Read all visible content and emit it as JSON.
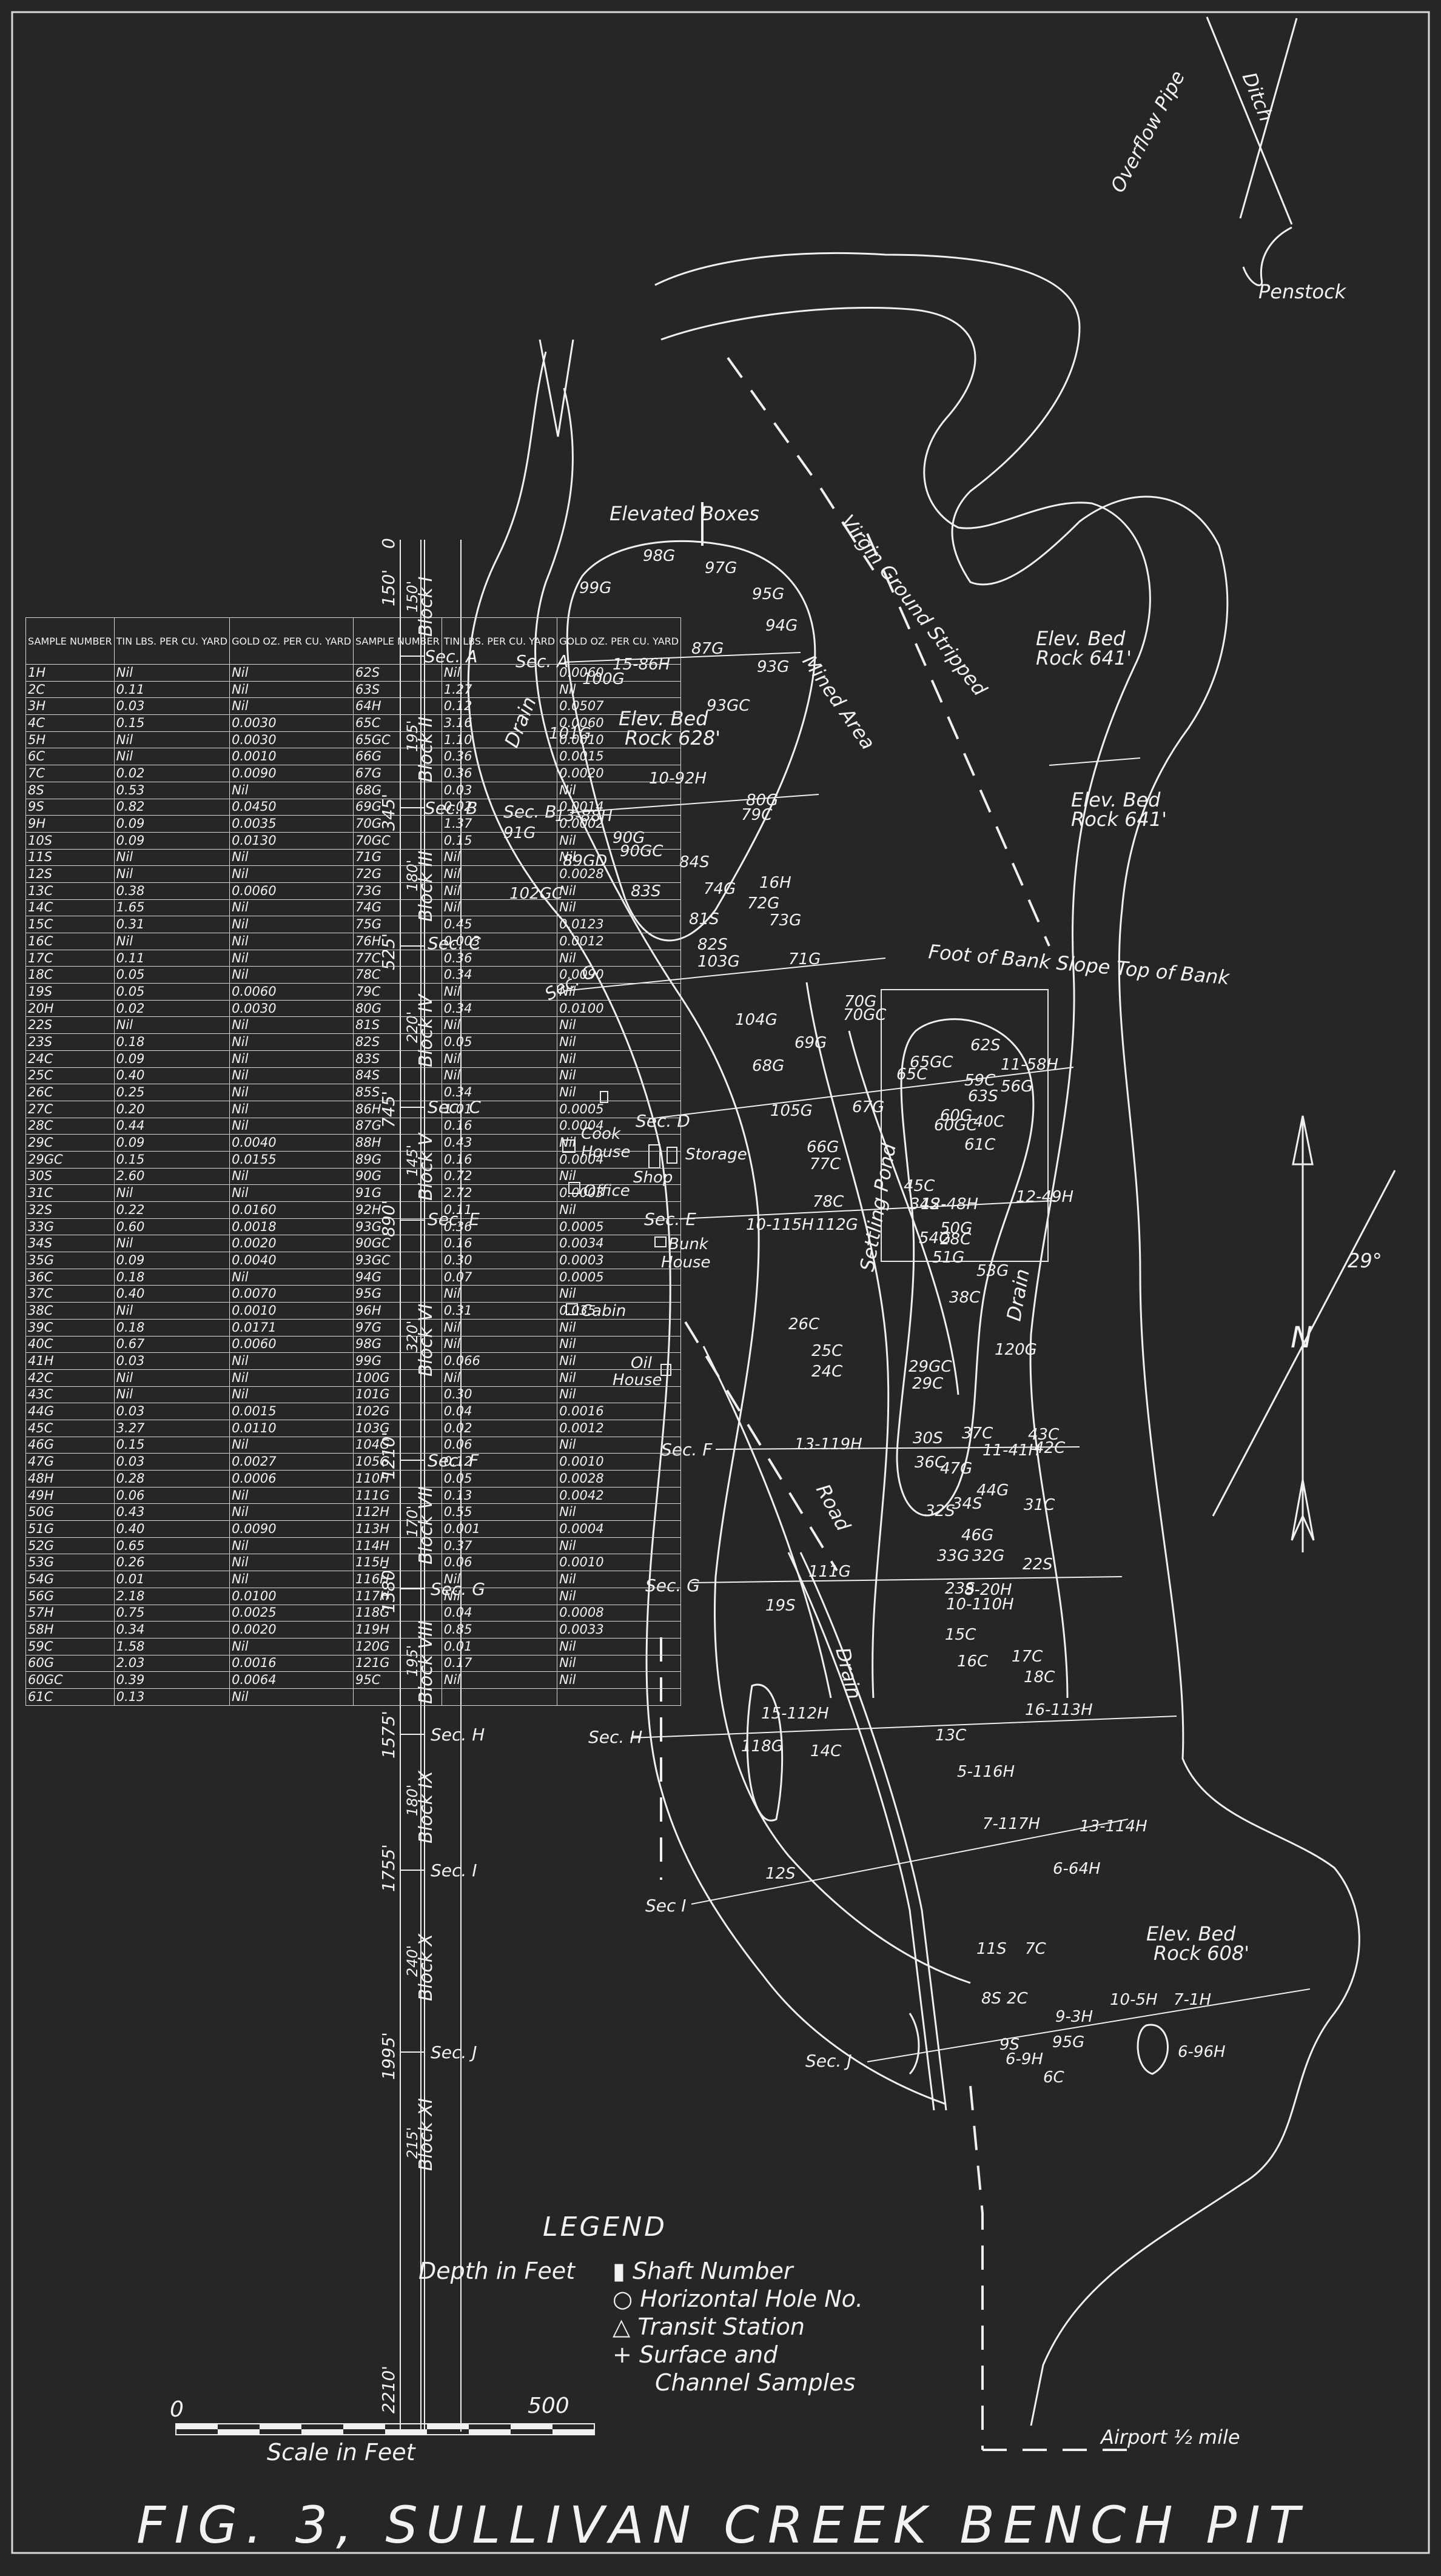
{
  "title": "FIG. 3, SULLIVAN CREEK BENCH PIT",
  "legend": {
    "title": "LEGEND",
    "depth_label": "Depth in Feet",
    "items": [
      {
        "symbol": "▮",
        "label": "Shaft Number"
      },
      {
        "symbol": "○",
        "label": "Horizontal Hole No."
      },
      {
        "symbol": "△",
        "label": "Transit Station"
      },
      {
        "symbol": "+",
        "label": "Surface and"
      },
      {
        "symbol": "",
        "label": "Channel Samples"
      }
    ]
  },
  "scale": {
    "start": "0",
    "end": "500",
    "label": "Scale in Feet"
  },
  "labels": {
    "overflow_pipe": "Overflow Pipe",
    "ditch": "Ditch",
    "penstock": "Penstock",
    "elevated_boxes": "Elevated Boxes",
    "virgin_ground": "Virgin Ground Stripped",
    "mined_area": "Mined Area",
    "drain": "Drain",
    "elev_bed_628": "Elev. Bed",
    "rock_628": "Rock 628'",
    "elev_bed_641a": "Elev. Bed",
    "rock_641a": "Rock 641'",
    "elev_bed_641b": "Elev. Bed",
    "rock_641b": "Rock 641'",
    "foot_of_bank": "Foot of Bank Slope Top of Bank",
    "cook_house": "Cook",
    "cook_house2": "House",
    "storage": "Storage",
    "shop": "Shop",
    "office": "Office",
    "bunk_house": "Bunk",
    "bunk_house2": "House",
    "cabin": "Cabin",
    "oil_house": "Oil",
    "oil_house2": "House",
    "settling_pond": "Settling Pond",
    "road": "Road",
    "drain2": "Drain",
    "drain3": "Drain",
    "elev_bed_608": "Elev. Bed",
    "rock_608": "Rock 608'",
    "airport": "Airport ½ mile",
    "declination": "29°",
    "north": "N"
  },
  "profile": {
    "depths": [
      "0",
      "150'",
      "345'",
      "525'",
      "745'",
      "890'",
      "1210'",
      "1380'",
      "1575'",
      "1755'",
      "1995'",
      "2210'"
    ],
    "intervals": [
      "150'",
      "195'",
      "180'",
      "220'",
      "145'",
      "320'",
      "170'",
      "195'",
      "180'",
      "240'",
      "215'"
    ],
    "blocks": [
      "Block I",
      "Block II",
      "Block III",
      "Block IV",
      "Block V",
      "Block VI",
      "Block VII",
      "Block VIII",
      "Block IX",
      "Block X",
      "Block XI"
    ],
    "sections": [
      "Sec. A",
      "Sec. B",
      "Sec. C",
      "Sec. C",
      "Sec. E",
      "Sec. F",
      "Sec. G",
      "Sec. H",
      "Sec. I",
      "Sec. J"
    ]
  },
  "map_sections": [
    "Sec. A",
    "Sec. B",
    "Sec. C",
    "Sec. D",
    "Sec. E",
    "Sec. F",
    "Sec. G",
    "Sec. H",
    "Sec I",
    "Sec. J"
  ],
  "samples": [
    "98G",
    "97G",
    "99G",
    "95G",
    "94G",
    "93G",
    "15-86H",
    "100G",
    "87G",
    "93GC",
    "101G",
    "10-92H",
    "13-88H",
    "80G",
    "79C",
    "91G",
    "90G",
    "90GC",
    "89GD",
    "84S",
    "83S",
    "102GC",
    "74G",
    "16H",
    "72G",
    "73G",
    "81S",
    "82S",
    "103G",
    "71G",
    "104G",
    "70G",
    "70GC",
    "69G",
    "68G",
    "67G",
    "105G",
    "66G",
    "77C",
    "78C",
    "10-115H",
    "112G",
    "65GC",
    "65C",
    "62S",
    "11-58H",
    "59C",
    "63S",
    "56G",
    "60G",
    "60GC",
    "40C",
    "61C",
    "45C",
    "34S",
    "12-48H",
    "12-49H",
    "50G",
    "28C",
    "54G",
    "51G",
    "53G",
    "38C",
    "26C",
    "25C",
    "24C",
    "29GC",
    "29C",
    "120G",
    "13-119H",
    "30S",
    "37C",
    "36C",
    "47G",
    "11-41H",
    "43C",
    "42C",
    "32S",
    "34S",
    "44G",
    "31C",
    "46G",
    "33G",
    "32G",
    "22S",
    "23S",
    "8-20H",
    "10-110H",
    "111G",
    "19S",
    "15C",
    "16C",
    "17C",
    "18C",
    "16-113H",
    "15-112H",
    "118G",
    "14C",
    "13C",
    "5-116H",
    "7-117H",
    "13-114H",
    "12S",
    "11S",
    "7C",
    "8S",
    "2C",
    "9-3H",
    "10-5H",
    "7-1H",
    "9S",
    "6-9H",
    "95G",
    "6C",
    "6-96H",
    "6-64H"
  ],
  "table": {
    "headers": [
      "SAMPLE NUMBER",
      "TIN LBS. PER CU. YARD",
      "GOLD OZ. PER CU. YARD",
      "SAMPLE NUMBER",
      "TIN LBS. PER CU. YARD",
      "GOLD OZ. PER CU. YARD"
    ],
    "rows": [
      [
        "1H",
        "Nil",
        "Nil",
        "62S",
        "Nil",
        "0.0060"
      ],
      [
        "2C",
        "0.11",
        "Nil",
        "63S",
        "1.27",
        "Nil"
      ],
      [
        "3H",
        "0.03",
        "Nil",
        "64H",
        "0.12",
        "0.0507"
      ],
      [
        "4C",
        "0.15",
        "0.0030",
        "65C",
        "3.16",
        "0.0060"
      ],
      [
        "5H",
        "Nil",
        "0.0030",
        "65GC",
        "1.10",
        "0.0010"
      ],
      [
        "6C",
        "Nil",
        "0.0010",
        "66G",
        "0.36",
        "0.0015"
      ],
      [
        "7C",
        "0.02",
        "0.0090",
        "67G",
        "0.36",
        "0.0020"
      ],
      [
        "8S",
        "0.53",
        "Nil",
        "68G",
        "0.03",
        "Nil"
      ],
      [
        "9S",
        "0.82",
        "0.0450",
        "69G",
        "0.02",
        "0.0014"
      ],
      [
        "9H",
        "0.09",
        "0.0035",
        "70G",
        "1.37",
        "0.0002"
      ],
      [
        "10S",
        "0.09",
        "0.0130",
        "70GC",
        "0.15",
        "Nil"
      ],
      [
        "11S",
        "Nil",
        "Nil",
        "71G",
        "Nil",
        "Nil"
      ],
      [
        "12S",
        "Nil",
        "Nil",
        "72G",
        "Nil",
        "0.0028"
      ],
      [
        "13C",
        "0.38",
        "0.0060",
        "73G",
        "Nil",
        "Nil"
      ],
      [
        "14C",
        "1.65",
        "Nil",
        "74G",
        "Nil",
        "Nil"
      ],
      [
        "15C",
        "0.31",
        "Nil",
        "75G",
        "0.45",
        "0.0123"
      ],
      [
        "16C",
        "Nil",
        "Nil",
        "76H",
        "0.003",
        "0.0012"
      ],
      [
        "17C",
        "0.11",
        "Nil",
        "77C",
        "0.36",
        "Nil"
      ],
      [
        "18C",
        "0.05",
        "Nil",
        "78C",
        "0.34",
        "0.0090"
      ],
      [
        "19S",
        "0.05",
        "0.0060",
        "79C",
        "Nil",
        "Nil"
      ],
      [
        "20H",
        "0.02",
        "0.0030",
        "80G",
        "0.34",
        "0.0100"
      ],
      [
        "22S",
        "Nil",
        "Nil",
        "81S",
        "Nil",
        "Nil"
      ],
      [
        "23S",
        "0.18",
        "Nil",
        "82S",
        "0.05",
        "Nil"
      ],
      [
        "24C",
        "0.09",
        "Nil",
        "83S",
        "Nil",
        "Nil"
      ],
      [
        "25C",
        "0.40",
        "Nil",
        "84S",
        "Nil",
        "Nil"
      ],
      [
        "26C",
        "0.25",
        "Nil",
        "85S",
        "0.34",
        "Nil"
      ],
      [
        "27C",
        "0.20",
        "Nil",
        "86H",
        "1.01",
        "0.0005"
      ],
      [
        "28C",
        "0.44",
        "Nil",
        "87G",
        "0.16",
        "0.0004"
      ],
      [
        "29C",
        "0.09",
        "0.0040",
        "88H",
        "0.43",
        "Nil"
      ],
      [
        "29GC",
        "0.15",
        "0.0155",
        "89G",
        "0.16",
        "0.0004"
      ],
      [
        "30S",
        "2.60",
        "Nil",
        "90G",
        "0.72",
        "Nil"
      ],
      [
        "31C",
        "Nil",
        "Nil",
        "91G",
        "2.72",
        "0.0003"
      ],
      [
        "32S",
        "0.22",
        "0.0160",
        "92H",
        "0.11",
        "Nil"
      ],
      [
        "33G",
        "0.60",
        "0.0018",
        "93G",
        "0.36",
        "0.0005"
      ],
      [
        "34S",
        "Nil",
        "0.0020",
        "90GC",
        "0.16",
        "0.0034"
      ],
      [
        "35G",
        "0.09",
        "0.0040",
        "93GC",
        "0.30",
        "0.0003"
      ],
      [
        "36C",
        "0.18",
        "Nil",
        "94G",
        "0.07",
        "0.0005"
      ],
      [
        "37C",
        "0.40",
        "0.0070",
        "95G",
        "Nil",
        "Nil"
      ],
      [
        "38C",
        "Nil",
        "0.0010",
        "96H",
        "0.31",
        "0.035"
      ],
      [
        "39C",
        "0.18",
        "0.0171",
        "97G",
        "Nil",
        "Nil"
      ],
      [
        "40C",
        "0.67",
        "0.0060",
        "98G",
        "Nil",
        "Nil"
      ],
      [
        "41H",
        "0.03",
        "Nil",
        "99G",
        "0.066",
        "Nil"
      ],
      [
        "42C",
        "Nil",
        "Nil",
        "100G",
        "Nil",
        "Nil"
      ],
      [
        "43C",
        "Nil",
        "Nil",
        "101G",
        "0.30",
        "Nil"
      ],
      [
        "44G",
        "0.03",
        "0.0015",
        "102G",
        "0.04",
        "0.0016"
      ],
      [
        "45C",
        "3.27",
        "0.0110",
        "103G",
        "0.02",
        "0.0012"
      ],
      [
        "46G",
        "0.15",
        "Nil",
        "104G",
        "0.06",
        "Nil"
      ],
      [
        "47G",
        "0.03",
        "0.0027",
        "105G",
        "0.12",
        "0.0010"
      ],
      [
        "48H",
        "0.28",
        "0.0006",
        "110H",
        "0.05",
        "0.0028"
      ],
      [
        "49H",
        "0.06",
        "Nil",
        "111G",
        "0.13",
        "0.0042"
      ],
      [
        "50G",
        "0.43",
        "Nil",
        "112H",
        "0.55",
        "Nil"
      ],
      [
        "51G",
        "0.40",
        "0.0090",
        "113H",
        "0.001",
        "0.0004"
      ],
      [
        "52G",
        "0.65",
        "Nil",
        "114H",
        "0.37",
        "Nil"
      ],
      [
        "53G",
        "0.26",
        "Nil",
        "115H",
        "0.06",
        "0.0010"
      ],
      [
        "54G",
        "0.01",
        "Nil",
        "116H",
        "Nil",
        "Nil"
      ],
      [
        "56G",
        "2.18",
        "0.0100",
        "117H",
        "Nil",
        "Nil"
      ],
      [
        "57H",
        "0.75",
        "0.0025",
        "118G",
        "0.04",
        "0.0008"
      ],
      [
        "58H",
        "0.34",
        "0.0020",
        "119H",
        "0.85",
        "0.0033"
      ],
      [
        "59C",
        "1.58",
        "Nil",
        "120G",
        "0.01",
        "Nil"
      ],
      [
        "60G",
        "2.03",
        "0.0016",
        "121G",
        "0.17",
        "Nil"
      ],
      [
        "60GC",
        "0.39",
        "0.0064",
        "95C",
        "Nil",
        "Nil"
      ],
      [
        "61C",
        "0.13",
        "Nil",
        "",
        "",
        ""
      ]
    ]
  }
}
